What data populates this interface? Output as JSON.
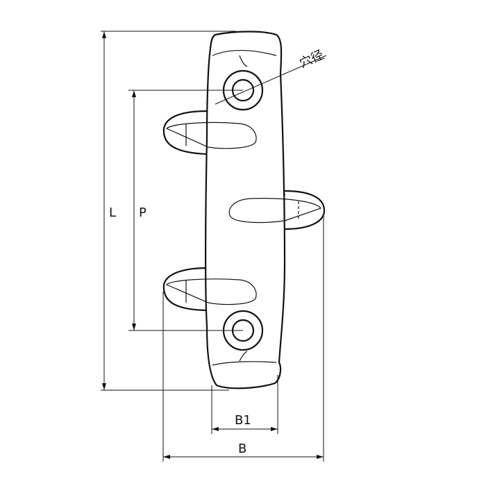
{
  "drawing": {
    "hole_diameter_label": "穴径",
    "length_label": "L",
    "pitch_label": "P",
    "inner_width_label": "B1",
    "width_label": "B"
  }
}
